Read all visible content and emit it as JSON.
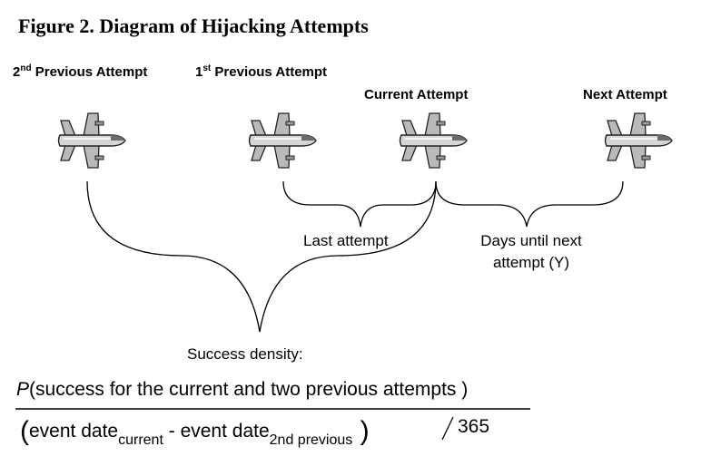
{
  "figure": {
    "title": "Figure 2.  Diagram of Hijacking Attempts"
  },
  "attempts": {
    "second_previous": {
      "ord": "2",
      "sup": "nd",
      "rest": " Previous Attempt"
    },
    "first_previous": {
      "ord": "1",
      "sup": "st",
      "rest": " Previous Attempt"
    },
    "current": {
      "label": "Current Attempt"
    },
    "next": {
      "label": "Next Attempt"
    }
  },
  "braces": {
    "last_attempt": "Last attempt",
    "days_until_line1": "Days until next",
    "days_until_line2": "attempt (Y)",
    "success_density": "Success density:"
  },
  "formula": {
    "P": "P",
    "numerator_text": "success for the current and two previous attempts",
    "denom_left": "event date",
    "sub_current": "current",
    "minus": " - ",
    "denom_right": "event date",
    "sub_2nd_previous": "2nd previous",
    "divisor": "365"
  },
  "icons": [
    "airplane-icon",
    "airplane-icon",
    "airplane-icon",
    "airplane-icon"
  ]
}
